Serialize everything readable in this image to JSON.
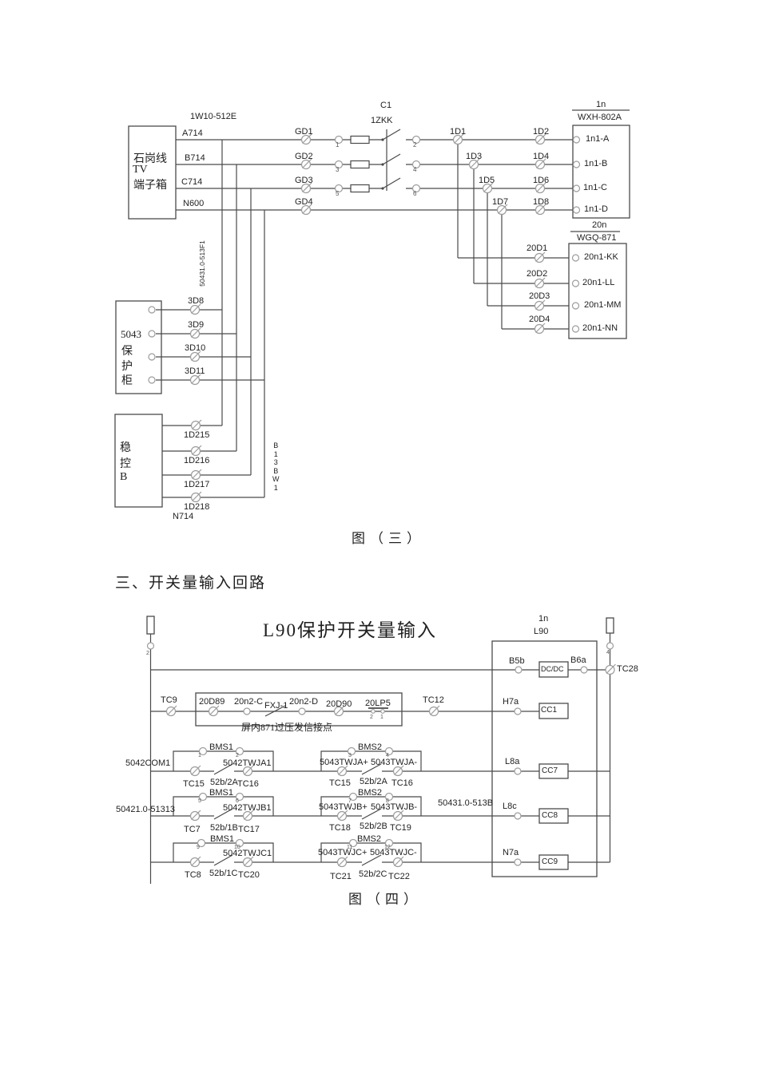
{
  "fig3": {
    "cable_top": "1W10-512E",
    "tv_box": [
      "石岗线",
      "TV",
      "端子箱"
    ],
    "tv_terms": [
      "A714",
      "B714",
      "C714",
      "N600"
    ],
    "gd": [
      "GD1",
      "GD2",
      "GD3",
      "GD4"
    ],
    "c1": "C1",
    "zkk": "1ZKK",
    "nums": [
      "1",
      "2",
      "3",
      "4",
      "5",
      "6"
    ],
    "d": [
      "1D1",
      "1D2",
      "1D3",
      "1D4",
      "1D5",
      "1D6",
      "1D7",
      "1D8"
    ],
    "relay1": {
      "num": "1n",
      "model": "WXH-802A",
      "terms": [
        "1n1-A",
        "1n1-B",
        "1n1-C",
        "1n1-D"
      ]
    },
    "relay20": {
      "num": "20n",
      "model": "WGQ-871",
      "dterms": [
        "20D1",
        "20D2",
        "20D3",
        "20D4"
      ],
      "terms": [
        "20n1-KK",
        "20n1-LL",
        "20n1-MM",
        "20n1-NN"
      ]
    },
    "p5043": {
      "title": [
        "5043",
        "保",
        "护",
        "柜"
      ],
      "terms": [
        "3D8",
        "3D9",
        "3D10",
        "3D11"
      ]
    },
    "wk": {
      "title": [
        "稳",
        "控",
        "B"
      ],
      "terms": [
        "1D215",
        "1D216",
        "1D217",
        "1D218"
      ],
      "n714": "N714"
    },
    "cable_v": "50431.0-513F1",
    "cable_b": "B\n1\n3\nB\nW\n1",
    "caption": "图（三）"
  },
  "section_title": "三、开关量输入回路",
  "fig4": {
    "title": "L90保护开关量输入",
    "header": {
      "num": "1n",
      "model": "L90"
    },
    "bus": {
      "left_num": "2",
      "right_num": "4"
    },
    "dc_row": {
      "b5b": "B5b",
      "dcdc": "DC/DC",
      "b6a": "B6a",
      "tc28": "TC28"
    },
    "fxj_row": {
      "tc9": "TC9",
      "t1": "20D89",
      "t2": "20n2-C",
      "fxj": "FXJ-1",
      "t3": "20n2-D",
      "t4": "20D90",
      "lp": "20LP5",
      "lp2": "2",
      "lp1": "1",
      "note": "屏内871过压发信接点",
      "tc12": "TC12",
      "port": "H7a",
      "cc": "CC1"
    },
    "rows": [
      {
        "left_label": "5042COM1",
        "bms_l": "BMS1",
        "nl1": "1",
        "nl2": "2",
        "twj_l": "5042TWJA1",
        "tcl1": "TC15",
        "cl": "52b/2A",
        "tcl2": "TC16",
        "bms_r": "BMS2",
        "nr1": "3",
        "nr2": "4",
        "twj_rp": "5043TWJA+",
        "twj_rm": "5043TWJA-",
        "tcr1": "TC15",
        "cr": "52b/2A",
        "tcr2": "TC16",
        "port": "L8a",
        "cc": "CC7"
      },
      {
        "left_label": "50421.0-51313",
        "bms_l": "BMS1",
        "nl1": "5",
        "nl2": "6",
        "twj_l": "5042TWJB1",
        "tcl1": "TC7",
        "cl": "52b/1B",
        "tcl2": "TC17",
        "bms_r": "BMS2",
        "nr1": "7",
        "nr2": "8",
        "twj_rp": "5043TWJB+",
        "twj_rm": "5043TWJB-",
        "tcr1": "TC18",
        "cr": "52b/2B",
        "tcr2": "TC19",
        "right_label": "50431.0-513B",
        "port": "L8c",
        "cc": "CC8"
      },
      {
        "bms_l": "BMS1",
        "nl1": "9",
        "nl2": "10",
        "twj_l": "5042TWJC1",
        "tcl1": "TC8",
        "cl": "52b/1C",
        "tcl2": "TC20",
        "bms_r": "BMS2",
        "nr1": "11",
        "nr2": "12",
        "twj_rp": "5043TWJC+",
        "twj_rm": "5043TWJC-",
        "tcr1": "TC21",
        "cr": "52b/2C",
        "tcr2": "TC22",
        "port": "N7a",
        "cc": "CC9"
      }
    ],
    "caption": "图（四）"
  }
}
